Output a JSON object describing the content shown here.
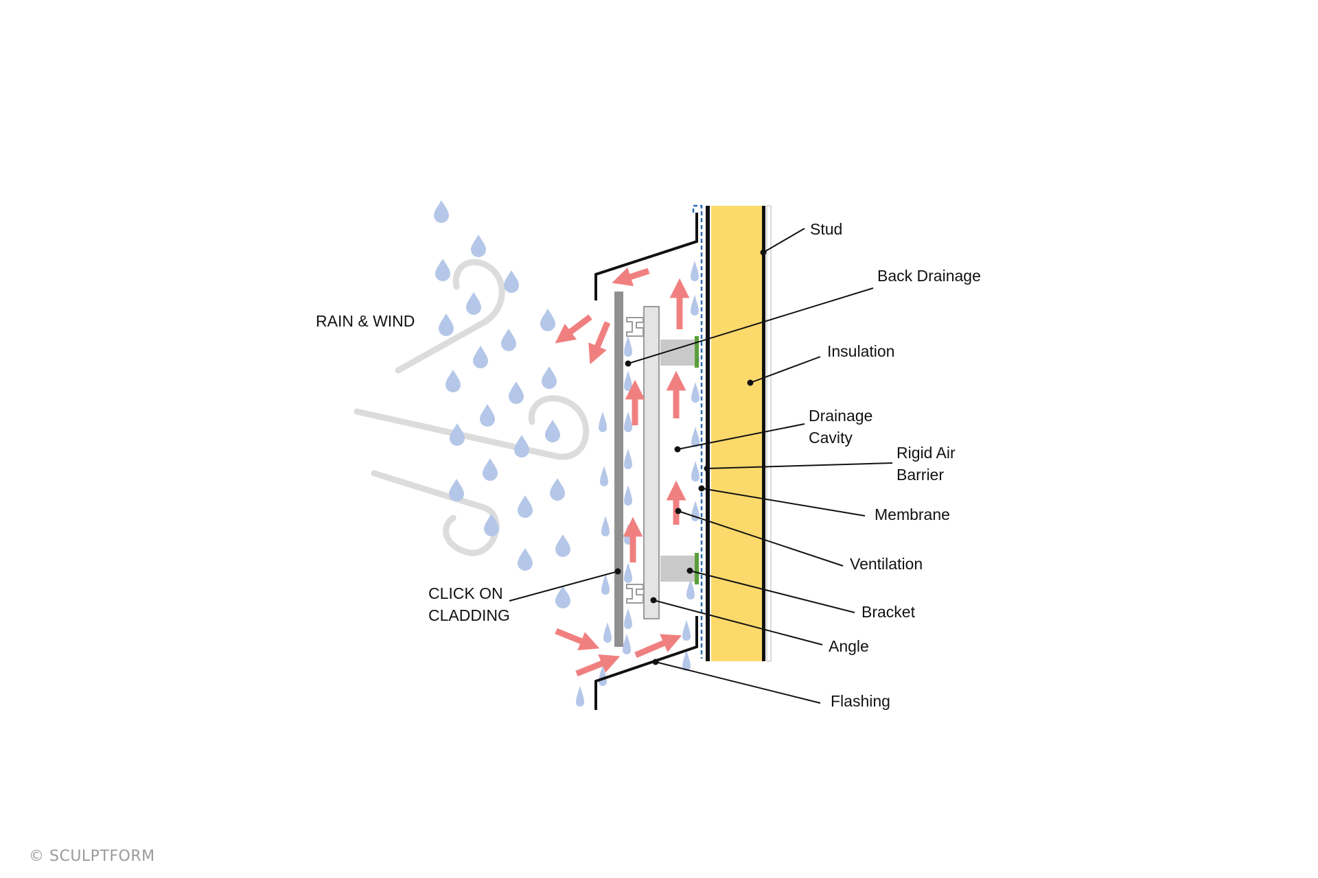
{
  "labels": {
    "rain_wind": "RAIN & WIND",
    "cladding_line1": "CLICK ON",
    "cladding_line2": "CLADDING",
    "stud": "Stud",
    "back_drainage": "Back Drainage",
    "insulation": "Insulation",
    "drainage_cavity_line1": "Drainage",
    "drainage_cavity_line2": "Cavity",
    "rigid_air_barrier_line1": "Rigid Air",
    "rigid_air_barrier_line2": "Barrier",
    "membrane": "Membrane",
    "ventilation": "Ventilation",
    "bracket": "Bracket",
    "angle": "Angle",
    "flashing": "Flashing"
  },
  "copyright": "SCULPTFORM",
  "copyright_symbol": "©",
  "colors": {
    "insulation": "#fcd96b",
    "rain": "#b5c7e8",
    "wind": "#dcdcdc",
    "airflow_arrow": "#f08080",
    "cladding": "#909090",
    "rail": "#e4e4e4",
    "bracket": "#c9c9c9",
    "bracket_pad": "#5a9e3a",
    "membrane": "#2e6bb0",
    "text": "#111111"
  }
}
